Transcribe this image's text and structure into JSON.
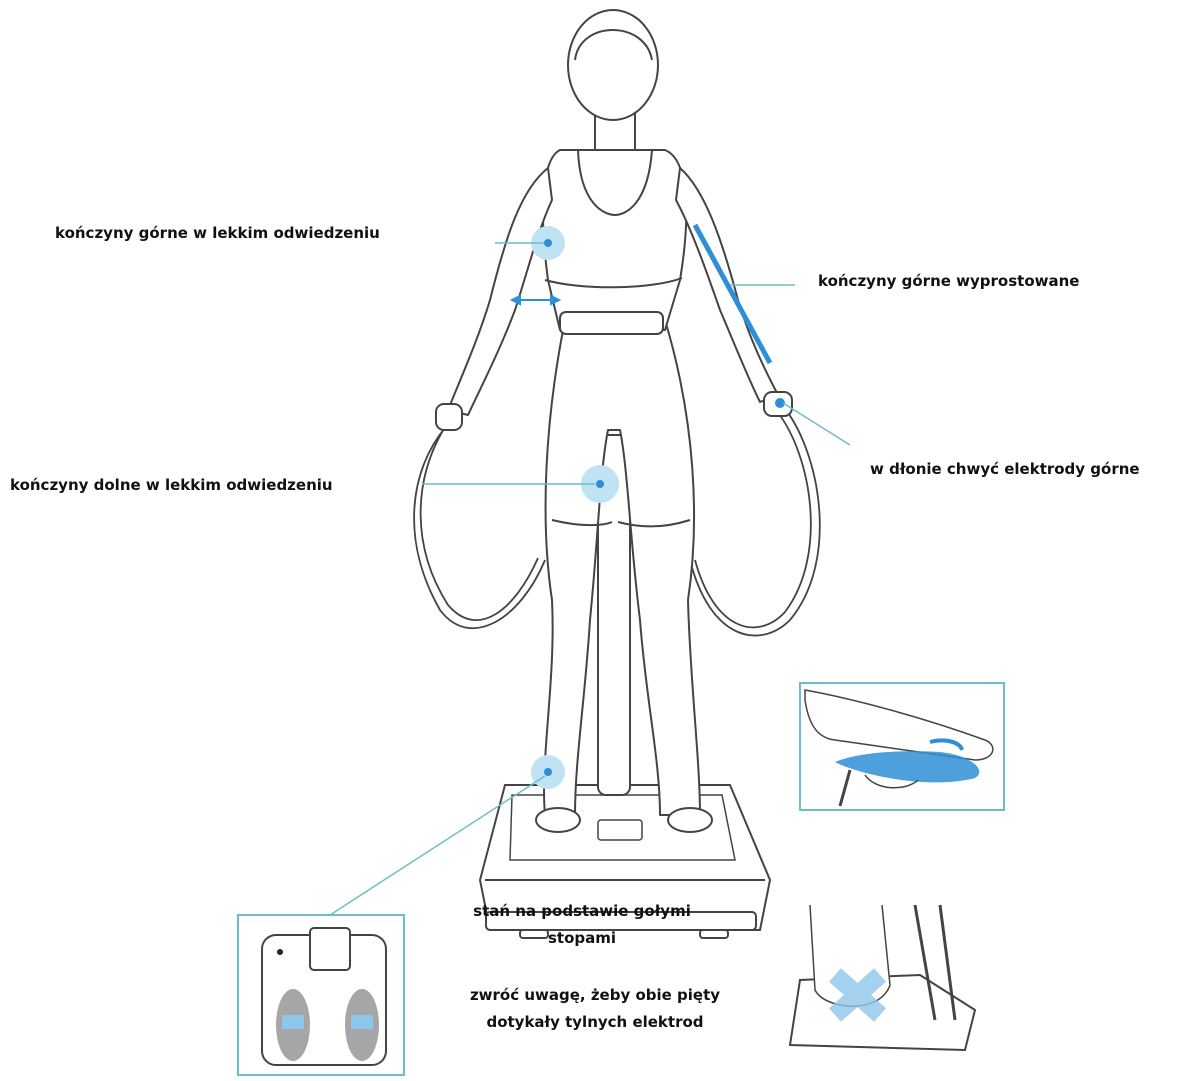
{
  "labels": {
    "upper_abduction": "kończyny górne w lekkim odwiedzeniu",
    "upper_straight": "kończyny górne wyprostowane",
    "hand_grip": "w dłonie chwyć elektrody górne",
    "lower_abduction": "kończyny dolne w lekkim odwiedzeniu",
    "stand_barefoot": "stań na podstawie gołymi stopami",
    "heels_contact": "zwróć uwagę, żeby obie pięty dotykały  tylnych elektrod"
  },
  "colors": {
    "accent": "#6bbfc9",
    "highlight": "#2e8fd6",
    "glow": "#bfe3f3",
    "line": "#444444"
  }
}
